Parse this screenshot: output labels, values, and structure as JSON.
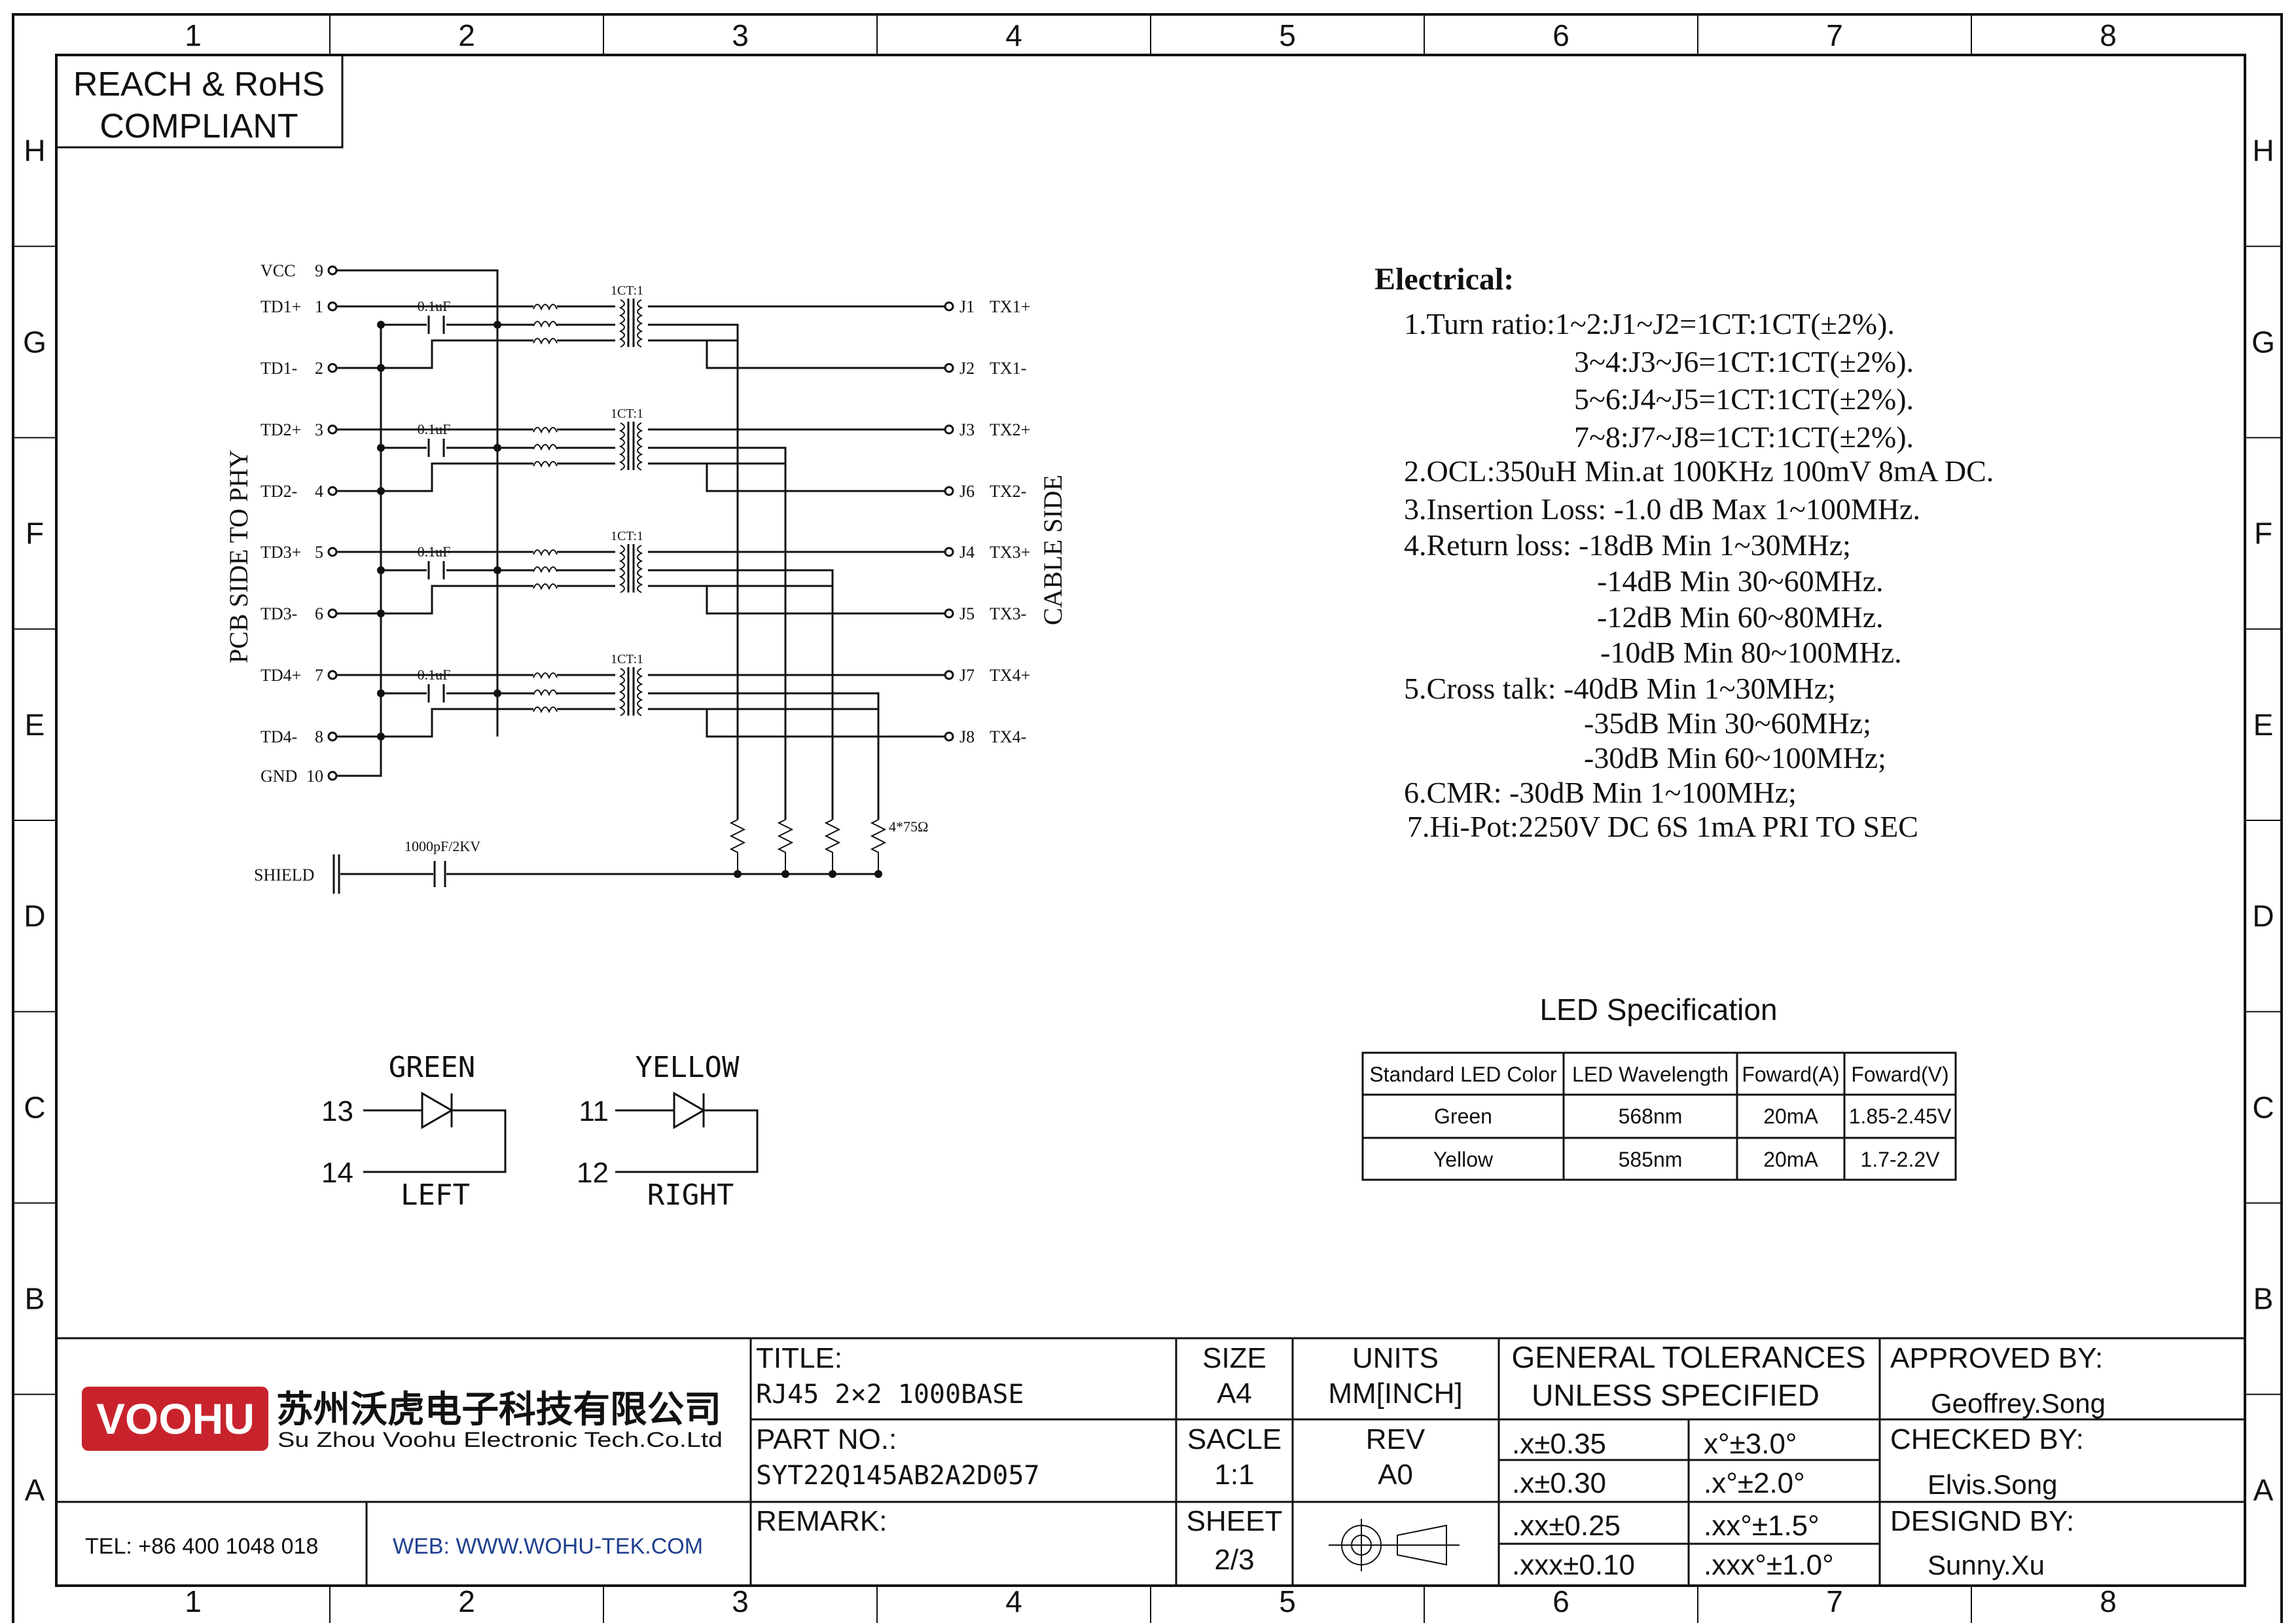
{
  "border": {
    "columns": [
      "1",
      "2",
      "3",
      "4",
      "5",
      "6",
      "7",
      "8"
    ],
    "rows": [
      "H",
      "G",
      "F",
      "E",
      "D",
      "C",
      "B",
      "A"
    ]
  },
  "compliance": {
    "line1": "REACH & RoHS",
    "line2": "COMPLIANT"
  },
  "schematic": {
    "pcb_side_label": "PCB SIDE TO PHY",
    "cable_side_label": "CABLE SIDE",
    "left_pins": [
      {
        "name": "VCC",
        "num": "9"
      },
      {
        "name": "TD1+",
        "num": "1"
      },
      {
        "name": "TD1-",
        "num": "2"
      },
      {
        "name": "TD2+",
        "num": "3"
      },
      {
        "name": "TD2-",
        "num": "4"
      },
      {
        "name": "TD3+",
        "num": "5"
      },
      {
        "name": "TD3-",
        "num": "6"
      },
      {
        "name": "TD4+",
        "num": "7"
      },
      {
        "name": "TD4-",
        "num": "8"
      },
      {
        "name": "GND",
        "num": "10"
      }
    ],
    "right_pins": [
      {
        "num": "J1",
        "name": "TX1+"
      },
      {
        "num": "J2",
        "name": "TX1-"
      },
      {
        "num": "J3",
        "name": "TX2+"
      },
      {
        "num": "J6",
        "name": "TX2-"
      },
      {
        "num": "J4",
        "name": "TX3+"
      },
      {
        "num": "J5",
        "name": "TX3-"
      },
      {
        "num": "J7",
        "name": "TX4+"
      },
      {
        "num": "J8",
        "name": "TX4-"
      }
    ],
    "cap_label": "0.1uF",
    "ratio_label": "1CT:1",
    "resistor_label": "4*75Ω",
    "shield_label": "SHIELD",
    "shield_cap_label": "1000pF/2KV"
  },
  "electrical": {
    "heading": "Electrical:",
    "lines": [
      "1.Turn ratio:1~2:J1~J2=1CT:1CT(±2%).",
      "3~4:J3~J6=1CT:1CT(±2%).",
      "5~6:J4~J5=1CT:1CT(±2%).",
      "7~8:J7~J8=1CT:1CT(±2%).",
      "2.OCL:350uH Min.at 100KHz 100mV 8mA DC.",
      "3.Insertion Loss: -1.0 dB Max 1~100MHz.",
      "4.Return loss: -18dB Min 1~30MHz;",
      "-14dB Min 30~60MHz.",
      "-12dB Min 60~80MHz.",
      "-10dB Min 80~100MHz.",
      "5.Cross talk: -40dB Min 1~30MHz;",
      "-35dB Min 30~60MHz;",
      "-30dB Min 60~100MHz;",
      "6.CMR: -30dB Min 1~100MHz;",
      "7.Hi-Pot:2250V DC 6S 1mA PRI TO SEC"
    ]
  },
  "led_spec": {
    "title": "LED Specification",
    "headers": [
      "Standard LED Color",
      "LED Wavelength",
      "Foward(A)",
      "Foward(V)"
    ],
    "rows": [
      [
        "Green",
        "568nm",
        "20mA",
        "1.85-2.45V"
      ],
      [
        "Yellow",
        "585nm",
        "20mA",
        "1.7-2.2V"
      ]
    ]
  },
  "leds": [
    {
      "color": "GREEN",
      "pin_a": "13",
      "pin_b": "14",
      "side": "LEFT"
    },
    {
      "color": "YELLOW",
      "pin_a": "11",
      "pin_b": "12",
      "side": "RIGHT"
    }
  ],
  "title_block": {
    "logo_text": "VOOHU",
    "company_cn": "苏州沃虎电子科技有限公司",
    "company_en": "Su Zhou Voohu Electronic Tech.Co.Ltd",
    "tel": "TEL: +86 400 1048 018",
    "web": "WEB: WWW.WOHU-TEK.COM",
    "title_label": "TITLE:",
    "title_value": "RJ45 2×2 1000BASE",
    "part_label": "PART NO.:",
    "part_value": "SYT22Q145AB2A2D057",
    "remark_label": "REMARK:",
    "size_label": "SIZE",
    "size_value": "A4",
    "units_label": "UNITS",
    "units_value": "MM[INCH]",
    "scale_label": "SACLE",
    "scale_value": "1:1",
    "rev_label": "REV",
    "rev_value": "A0",
    "sheet_label": "SHEET",
    "sheet_value": "2/3",
    "tol_label1": "GENERAL TOLERANCES",
    "tol_label2": "UNLESS SPECIFIED",
    "tolerances": [
      [
        ".x±0.35",
        "x°±3.0°"
      ],
      [
        ".x±0.30",
        ".x°±2.0°"
      ],
      [
        ".xx±0.25",
        ".xx°±1.5°"
      ],
      [
        ".xxx±0.10",
        ".xxx°±1.0°"
      ]
    ],
    "approved_label": "APPROVED BY:",
    "approved_value": "Geoffrey.Song",
    "checked_label": "CHECKED BY:",
    "checked_value": "Elvis.Song",
    "designed_label": "DESIGND BY:",
    "designed_value": "Sunny.Xu"
  },
  "colors": {
    "logo_red": "#c8232c"
  }
}
